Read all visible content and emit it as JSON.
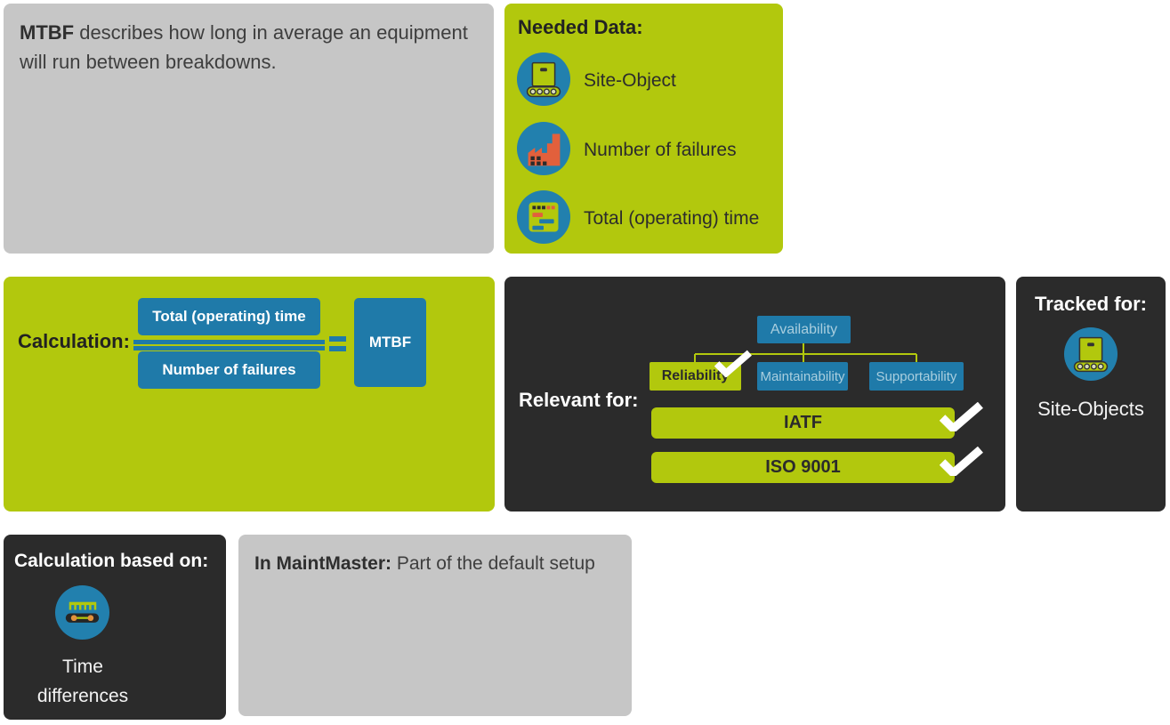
{
  "colors": {
    "lime": "#b2c80d",
    "dark_card": "#2b2b2b",
    "gray_card": "#c6c6c6",
    "box_blue": "#1f7aa9",
    "icon_circle_blue": "#2280ae",
    "accent_orange": "#e2603c",
    "tree_text_light_blue": "#a9cede",
    "check_white": "#ffffff"
  },
  "description_card": {
    "lead": "MTBF",
    "text": " describes how long in average an equipment will run between breakdowns."
  },
  "needed_data": {
    "title": "Needed Data:",
    "items": [
      {
        "icon": "site-object-icon",
        "label": "Site-Object"
      },
      {
        "icon": "failures-factory-icon",
        "label": "Number of failures"
      },
      {
        "icon": "operating-time-icon",
        "label": "Total (operating) time"
      }
    ]
  },
  "calculation": {
    "label": "Calculation:",
    "numerator": "Total (operating) time",
    "denominator": "Number of failures",
    "result": "MTBF"
  },
  "relevant_for": {
    "label": "Relevant for:",
    "root": "Availability",
    "children": [
      {
        "label": "Reliability",
        "checked": true
      },
      {
        "label": "Maintainability",
        "checked": false
      },
      {
        "label": "Supportability",
        "checked": false
      }
    ],
    "standards": [
      {
        "label": "IATF",
        "checked": true
      },
      {
        "label": "ISO 9001",
        "checked": true
      }
    ]
  },
  "tracked_for": {
    "title": "Tracked for:",
    "icon": "site-object-icon",
    "label": "Site-Objects"
  },
  "calculation_based_on": {
    "title": "Calculation based on:",
    "icon": "time-differences-icon",
    "label": "Time differences"
  },
  "in_maintmaster": {
    "lead": "In MaintMaster:",
    "text": " Part of the default setup"
  }
}
